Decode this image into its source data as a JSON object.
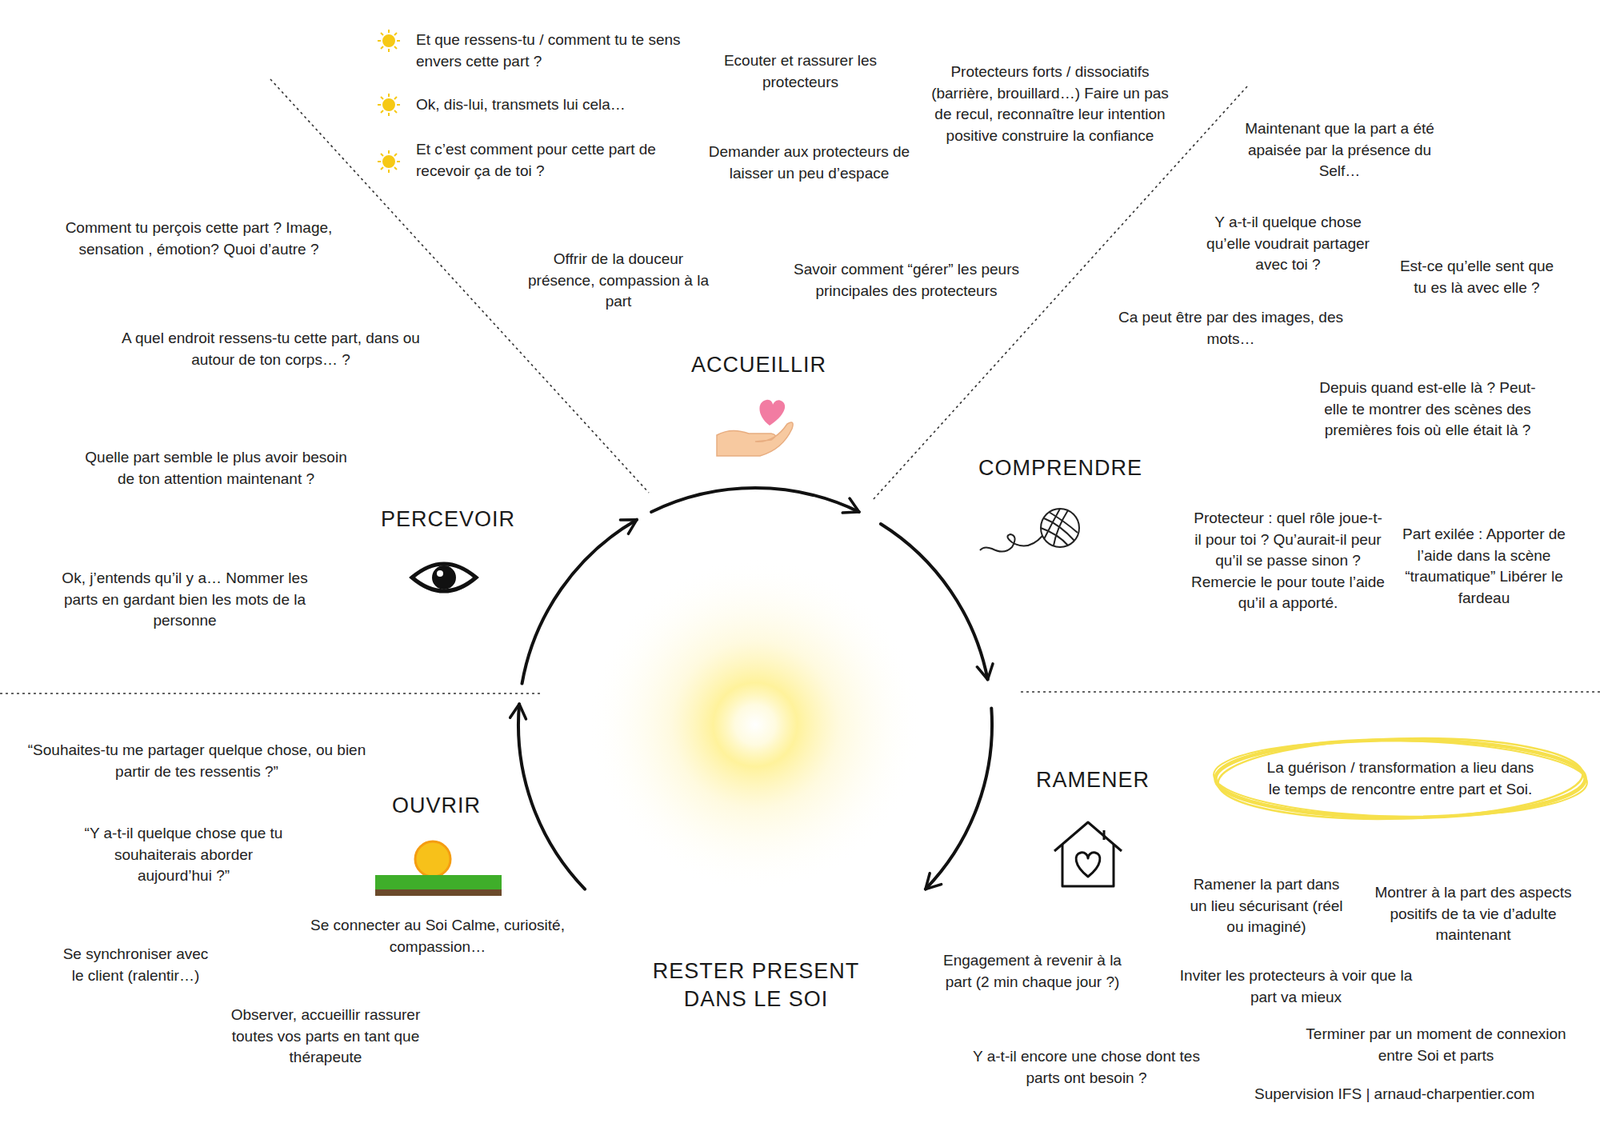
{
  "diagram": {
    "nodes": [
      {
        "text": [
          "La guérison / transformation a lieu dans le temps de rencontre entre part et Soi."
        ]
      }
    ],
    "labels": [
      "Et que ressens-tu / comment tu te sens envers cette part ?",
      "Ok, dis-lui, transmets lui cela…",
      "Et c’est comment pour cette part de recevoir ça de toi ?",
      "Ecouter et rassurer les protecteurs",
      "Protecteurs forts / dissociatifs (barrière, brouillard…) Faire un pas de recul, reconnaître leur intention positive construire la confiance",
      "Demander aux protecteurs de laisser un peu d’espace",
      "Offrir de la douceur présence, compassion à la part",
      "Savoir comment “gérer” les peurs principales des protecteurs",
      "ACCUEILLIR",
      "Comment tu perçois cette part ? Image, sensation , émotion? Quoi d’autre ?",
      "A quel endroit ressens-tu cette part, dans ou autour de ton corps… ?",
      "Quelle part semble le plus avoir besoin de ton attention maintenant ?",
      "PERCEVOIR",
      "Ok, j’entends qu’il y a… Nommer les parts en gardant bien les mots de la personne",
      "Maintenant que la part a été apaisée par la présence du Self…",
      "Y a-t-il quelque chose qu’elle voudrait partager avec toi ?",
      "Est-ce qu’elle sent que tu es là avec elle ?",
      "Ca peut être par des images, des mots…",
      "Depuis quand est-elle là ? Peut-elle te montrer des scènes des premières fois où elle était là ?",
      "COMPRENDRE",
      "Protecteur : quel rôle joue-t-il pour toi ? Qu’aurait-il peur qu’il se passe sinon ? Remercie le pour toute l’aide qu’il a apporté.",
      "Part exilée : Apporter de l’aide dans la scène “traumatique” Libérer le fardeau",
      "RAMENER",
      "Ramener la part dans un lieu sécurisant (réel ou imaginé)",
      "Montrer à la part des aspects positifs de ta vie d’adulte maintenant",
      "Engagement à revenir à la part (2 min chaque jour ?)",
      "Inviter les protecteurs à voir que la part va mieux",
      "Terminer par un moment de connexion entre Soi et parts",
      "Y a-t-il encore une chose dont tes parts ont besoin ?",
      "Supervision IFS  |  arnaud-charpentier.com",
      "RESTER PRESENT DANS LE SOI",
      "OUVRIR",
      "“Souhaites-tu me partager quelque chose, ou bien partir de tes ressentis  ?”",
      "“Y a-t-il quelque chose que tu souhaiterais aborder aujourd’hui ?”",
      "Se synchroniser avec le client (ralentir…)",
      "Se connecter au Soi Calme, curiosité, compassion…",
      "Observer, accueillir rassurer toutes vos parts en tant que thérapeute"
    ]
  }
}
